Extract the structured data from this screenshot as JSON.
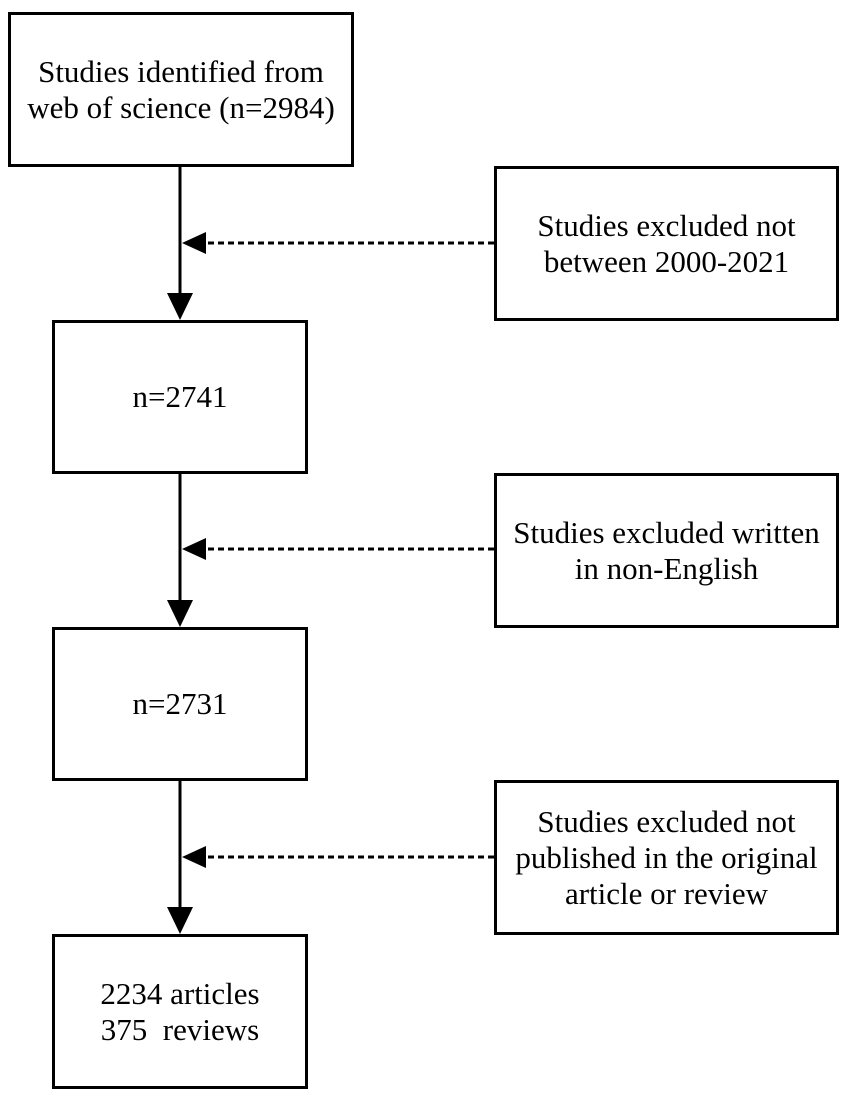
{
  "flow": {
    "start": {
      "lines": [
        "Studies identified from",
        "web of science (n=2984)"
      ]
    },
    "step1": {
      "lines": [
        "n=2741"
      ]
    },
    "step2": {
      "lines": [
        "n=2731"
      ]
    },
    "final": {
      "lines": [
        "2234 articles",
        "375  reviews"
      ]
    }
  },
  "exclusions": [
    {
      "lines": [
        "Studies excluded not",
        "between 2000-2021"
      ]
    },
    {
      "lines": [
        "Studies excluded written",
        "in non-English"
      ]
    },
    {
      "lines": [
        "Studies excluded not",
        "published in the original",
        "article or review"
      ]
    }
  ]
}
